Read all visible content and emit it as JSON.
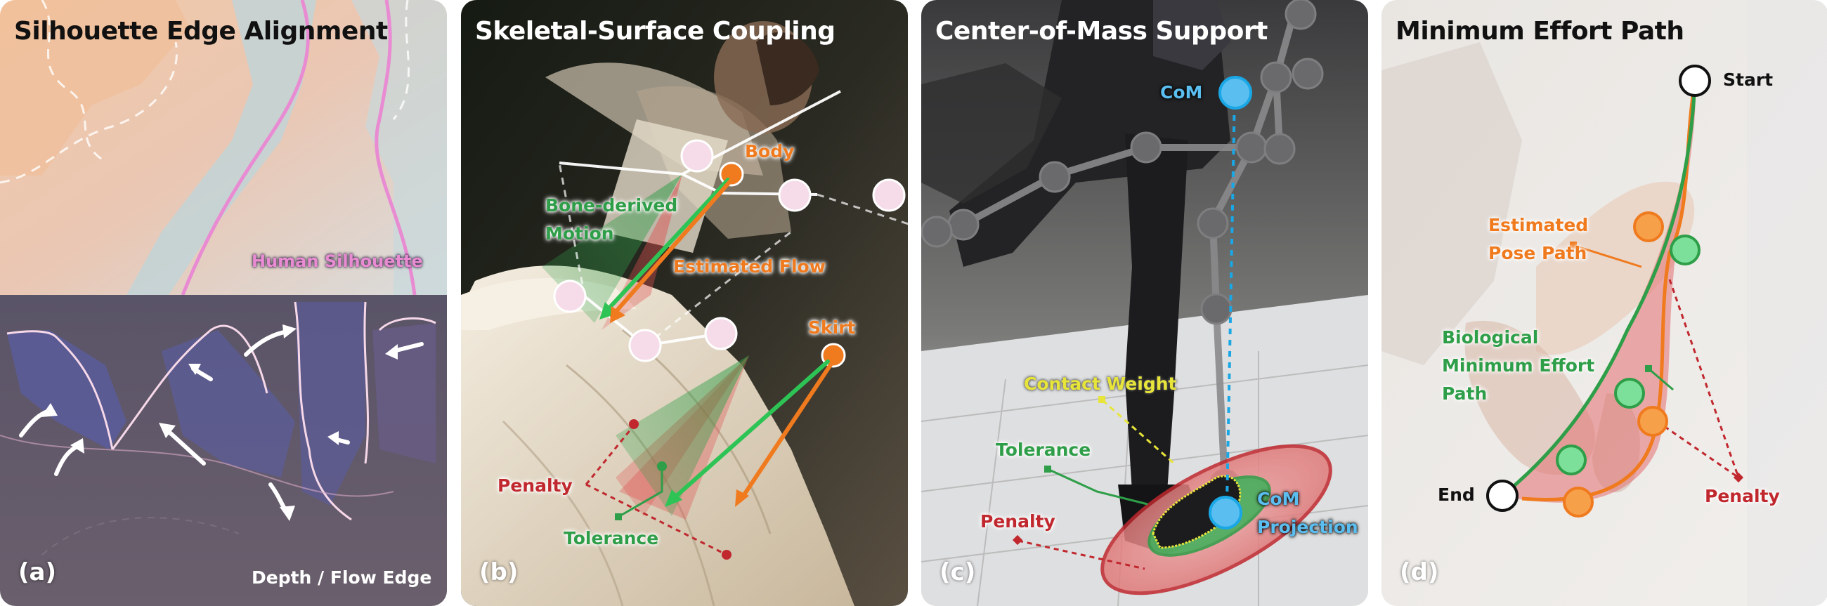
{
  "panels": [
    {
      "title": "Silhouette Edge Alignment",
      "letter": "(a)",
      "labels": {
        "silhouette": "Human Silhouette",
        "edge": "Depth / Flow Edge"
      }
    },
    {
      "title": "Skeletal-Surface Coupling",
      "letter": "(b)",
      "labels": {
        "body": "Body",
        "motion_1": "Bone-derived",
        "motion_2": "Motion",
        "flow": "Estimated Flow",
        "skirt": "Skirt",
        "penalty": "Penalty",
        "tolerance": "Tolerance"
      }
    },
    {
      "title": "Center-of-Mass Support",
      "letter": "(c)",
      "labels": {
        "com": "CoM",
        "contact": "Contact Weight",
        "tolerance": "Tolerance",
        "penalty": "Penalty",
        "proj_1": "CoM",
        "proj_2": "Projection"
      }
    },
    {
      "title": "Minimum Effort Path",
      "letter": "(d)",
      "labels": {
        "start": "Start",
        "est_1": "Estimated",
        "est_2": "Pose Path",
        "bio_1": "Biological",
        "bio_2": "Minimum Effort",
        "bio_3": "Path",
        "end": "End",
        "penalty": "Penalty"
      }
    }
  ],
  "colors": {
    "orange": "#f07a1e",
    "green": "#2e9e48",
    "red": "#c0282e",
    "blue": "#1aa7e6",
    "yellow": "#e8e53a",
    "pink": "#e98bd2"
  }
}
